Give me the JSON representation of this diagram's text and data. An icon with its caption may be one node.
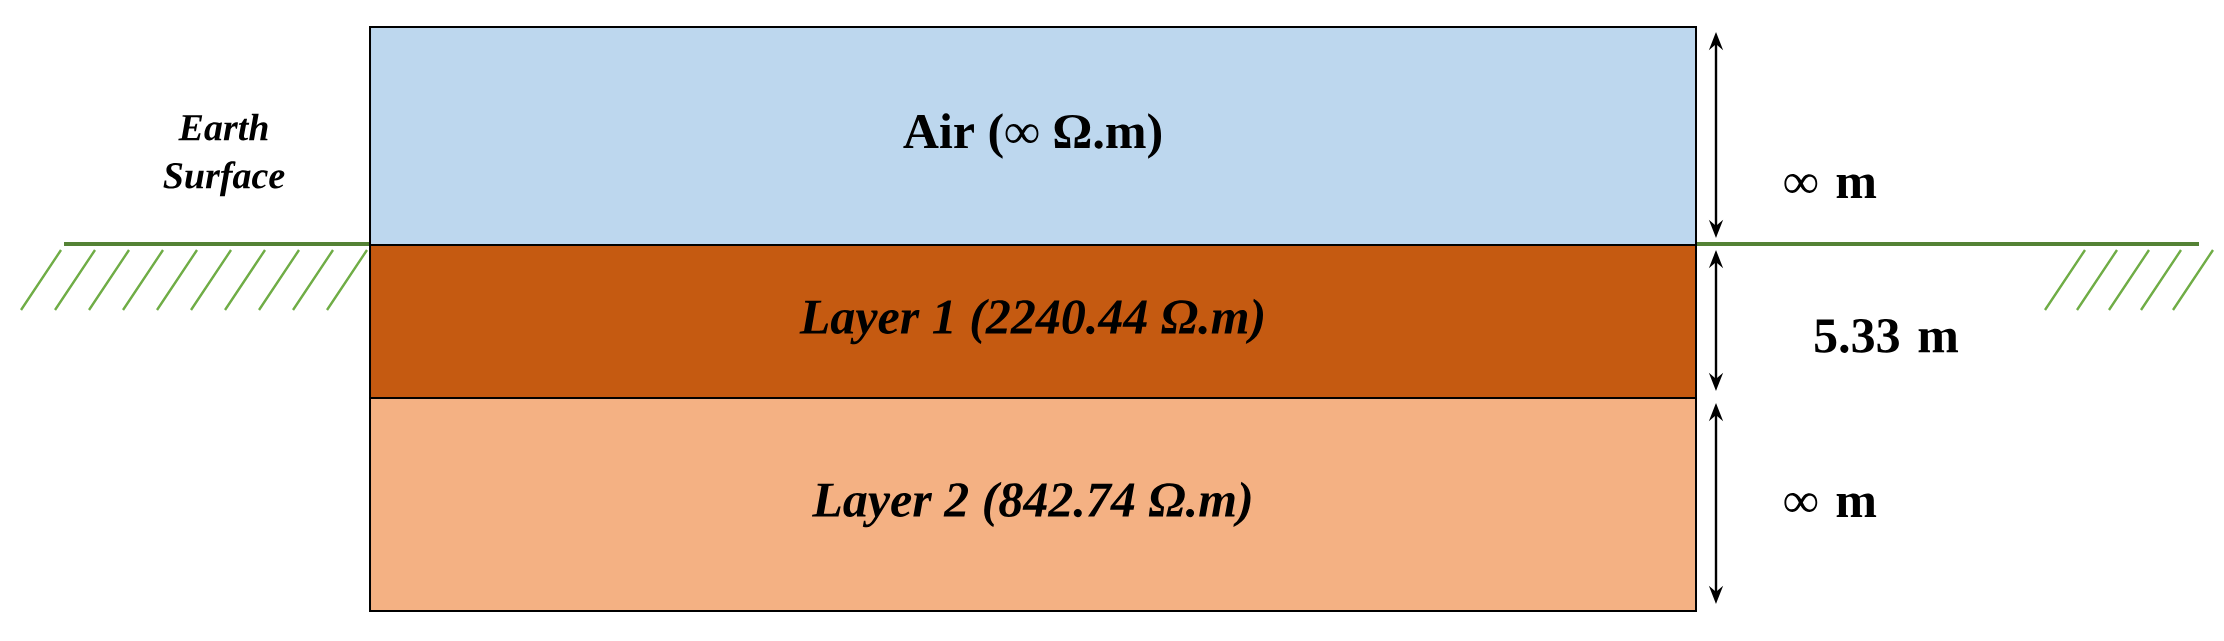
{
  "diagram": {
    "nodes": [
      {
        "text": [
          "Air (∞ Ω.m)"
        ]
      },
      {
        "text": [
          "Layer 1 (2240.44 Ω.m)"
        ]
      },
      {
        "text": [
          "Layer 2 (842.74 Ω.m)"
        ]
      }
    ],
    "edges": [],
    "labels": [
      "Earth Surface",
      "∞ m",
      "5.33 m",
      "∞ m"
    ]
  }
}
